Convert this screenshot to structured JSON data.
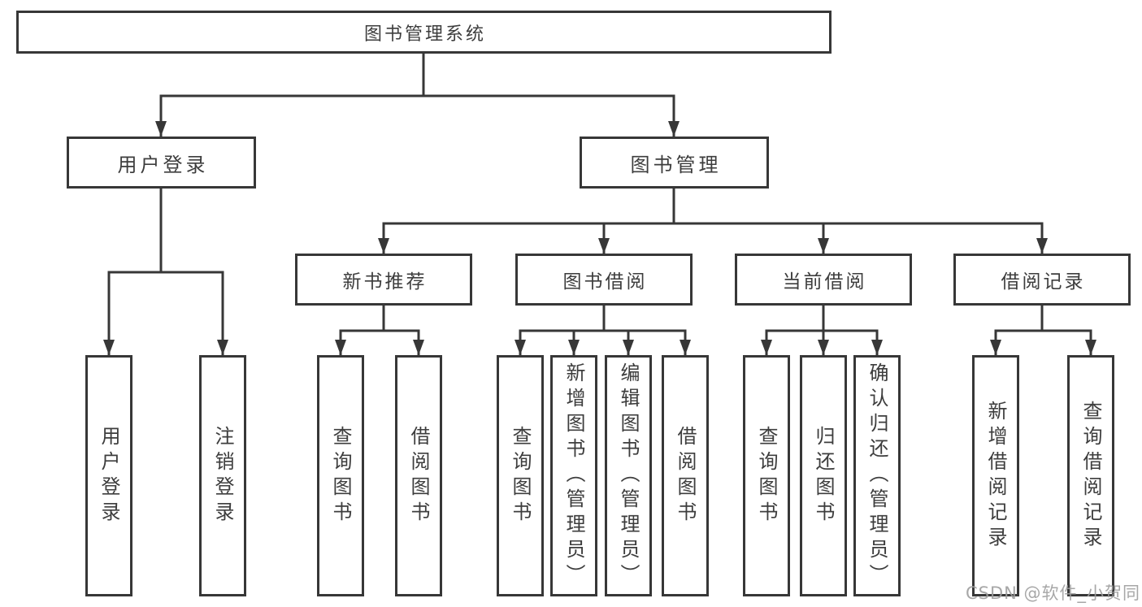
{
  "diagram": {
    "root": "图书管理系统",
    "level2": {
      "user_login": "用户登录",
      "book_mgmt": "图书管理"
    },
    "level3": {
      "new_books": "新书推荐",
      "borrowing": "图书借阅",
      "current": "当前借阅",
      "records": "借阅记录"
    },
    "leaves": {
      "user_login": "用户登录",
      "logout": "注销登录",
      "nb_query": "查询图书",
      "nb_borrow": "借阅图书",
      "bb_query": "查询图书",
      "bb_add": "新增图书（管理员）",
      "bb_edit": "编辑图书（管理员）",
      "bb_borrow": "借阅图书",
      "cb_query": "查询图书",
      "cb_return": "归还图书",
      "cb_confirm": "确认归还（管理员）",
      "br_add": "新增借阅记录",
      "br_query": "查询借阅记录"
    }
  },
  "watermark": {
    "text": "CSDN @软件_小贺同学",
    "color": "#9e9e9e"
  },
  "colors": {
    "line": "#373737",
    "text": "#3d3d3d",
    "background": "#ffffff"
  }
}
